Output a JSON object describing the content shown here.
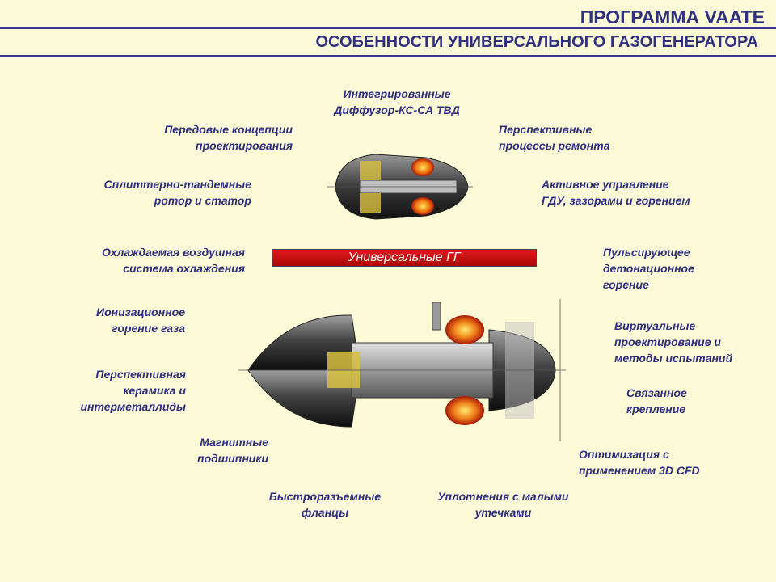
{
  "header": {
    "program": "ПРОГРАММА VAATE",
    "subtitle": "ОСОБЕННОСТИ УНИВЕРСАЛЬНОГО ГАЗОГЕНЕРАТОРА"
  },
  "center_banner": "Универсальные ГГ",
  "features": {
    "integrated": [
      "Интегрированные",
      "Диффузор-КС-СА ТВД"
    ],
    "advanced_design": [
      "Передовые концепции",
      "проектирования"
    ],
    "repair": [
      "Перспективные",
      "процессы ремонта"
    ],
    "splitter": [
      "Сплиттерно-тандемные",
      "ротор и статор"
    ],
    "active_control": [
      "Активное управление",
      "ГДУ, зазорами и горением"
    ],
    "cooled_air": [
      "Охлаждаемая воздушная",
      "система охлаждения"
    ],
    "pulse_detonation": [
      "Пульсирующее",
      "детонационное",
      "горение"
    ],
    "ionization": [
      "Ионизационное",
      "горение газа"
    ],
    "virtual": [
      "Виртуальные",
      "проектирование и",
      "методы испытаний"
    ],
    "ceramics": [
      "Перспективная",
      "керамика и",
      "интерметаллиды"
    ],
    "bonded": [
      "Связанное",
      "крепление"
    ],
    "magnetic": [
      "Магнитные",
      "подшипники"
    ],
    "cfd": [
      "Оптимизация с",
      "применением 3D CFD"
    ],
    "flanges": [
      "Быстроразъемные",
      "фланцы"
    ],
    "seals": [
      "Уплотнения с малыми",
      "утечками"
    ]
  },
  "colors": {
    "background": "#fcfad7",
    "text": "#2e2e82",
    "rule": "#37378f",
    "banner": "#d41414",
    "flame": "#f08a1a"
  }
}
